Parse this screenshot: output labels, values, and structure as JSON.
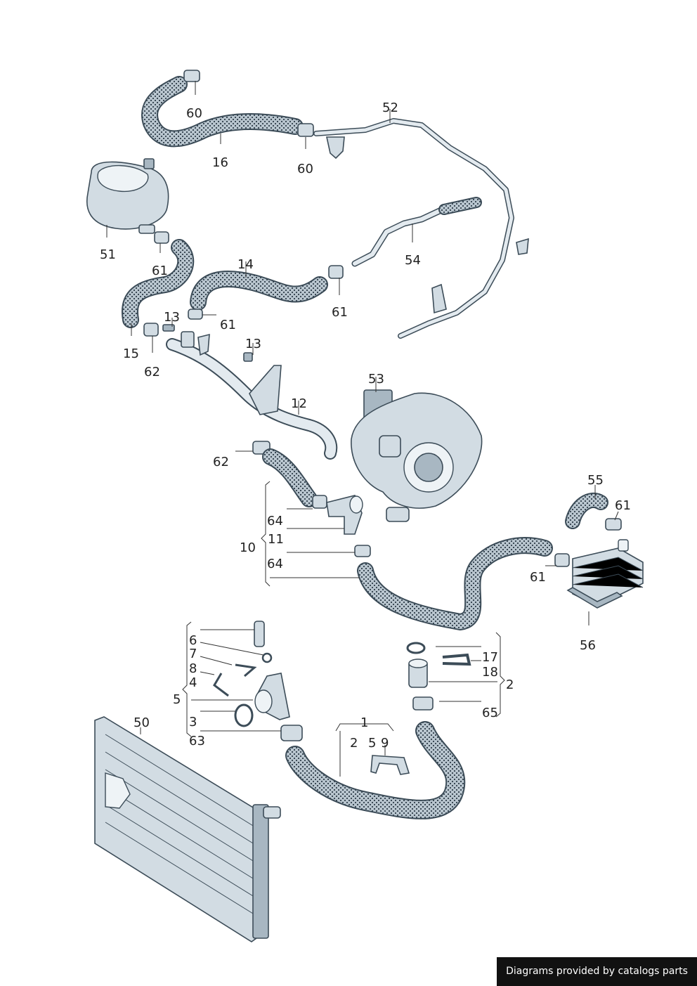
{
  "labels": {
    "l60a": "60",
    "l16": "16",
    "l60b": "60",
    "l52": "52",
    "l51": "51",
    "l61a": "61",
    "l14": "14",
    "l54": "54",
    "l61b": "61",
    "l13a": "13",
    "l61c": "61",
    "l15": "15",
    "l62a": "62",
    "l13b": "13",
    "l53": "53",
    "l12": "12",
    "l62b": "62",
    "l64a": "64",
    "l11": "11",
    "l10": "10",
    "l64b": "64",
    "l55": "55",
    "l61d": "61",
    "l61e": "61",
    "l56": "56",
    "l6": "6",
    "l7": "7",
    "l8": "8",
    "l4": "4",
    "l5": "5",
    "l3": "3",
    "l63": "63",
    "l17": "17",
    "l18": "18",
    "l2": "2",
    "l65": "65",
    "l50": "50",
    "l1": "1",
    "l2b": "2",
    "l5b": "5",
    "l9": "9"
  },
  "credit": "Diagrams provided by catalogs parts",
  "colors": {
    "part_fill": "#d2dce3",
    "outline": "#3c4c58",
    "hose": "#8fa0ac",
    "credit_bg": "#111111"
  }
}
